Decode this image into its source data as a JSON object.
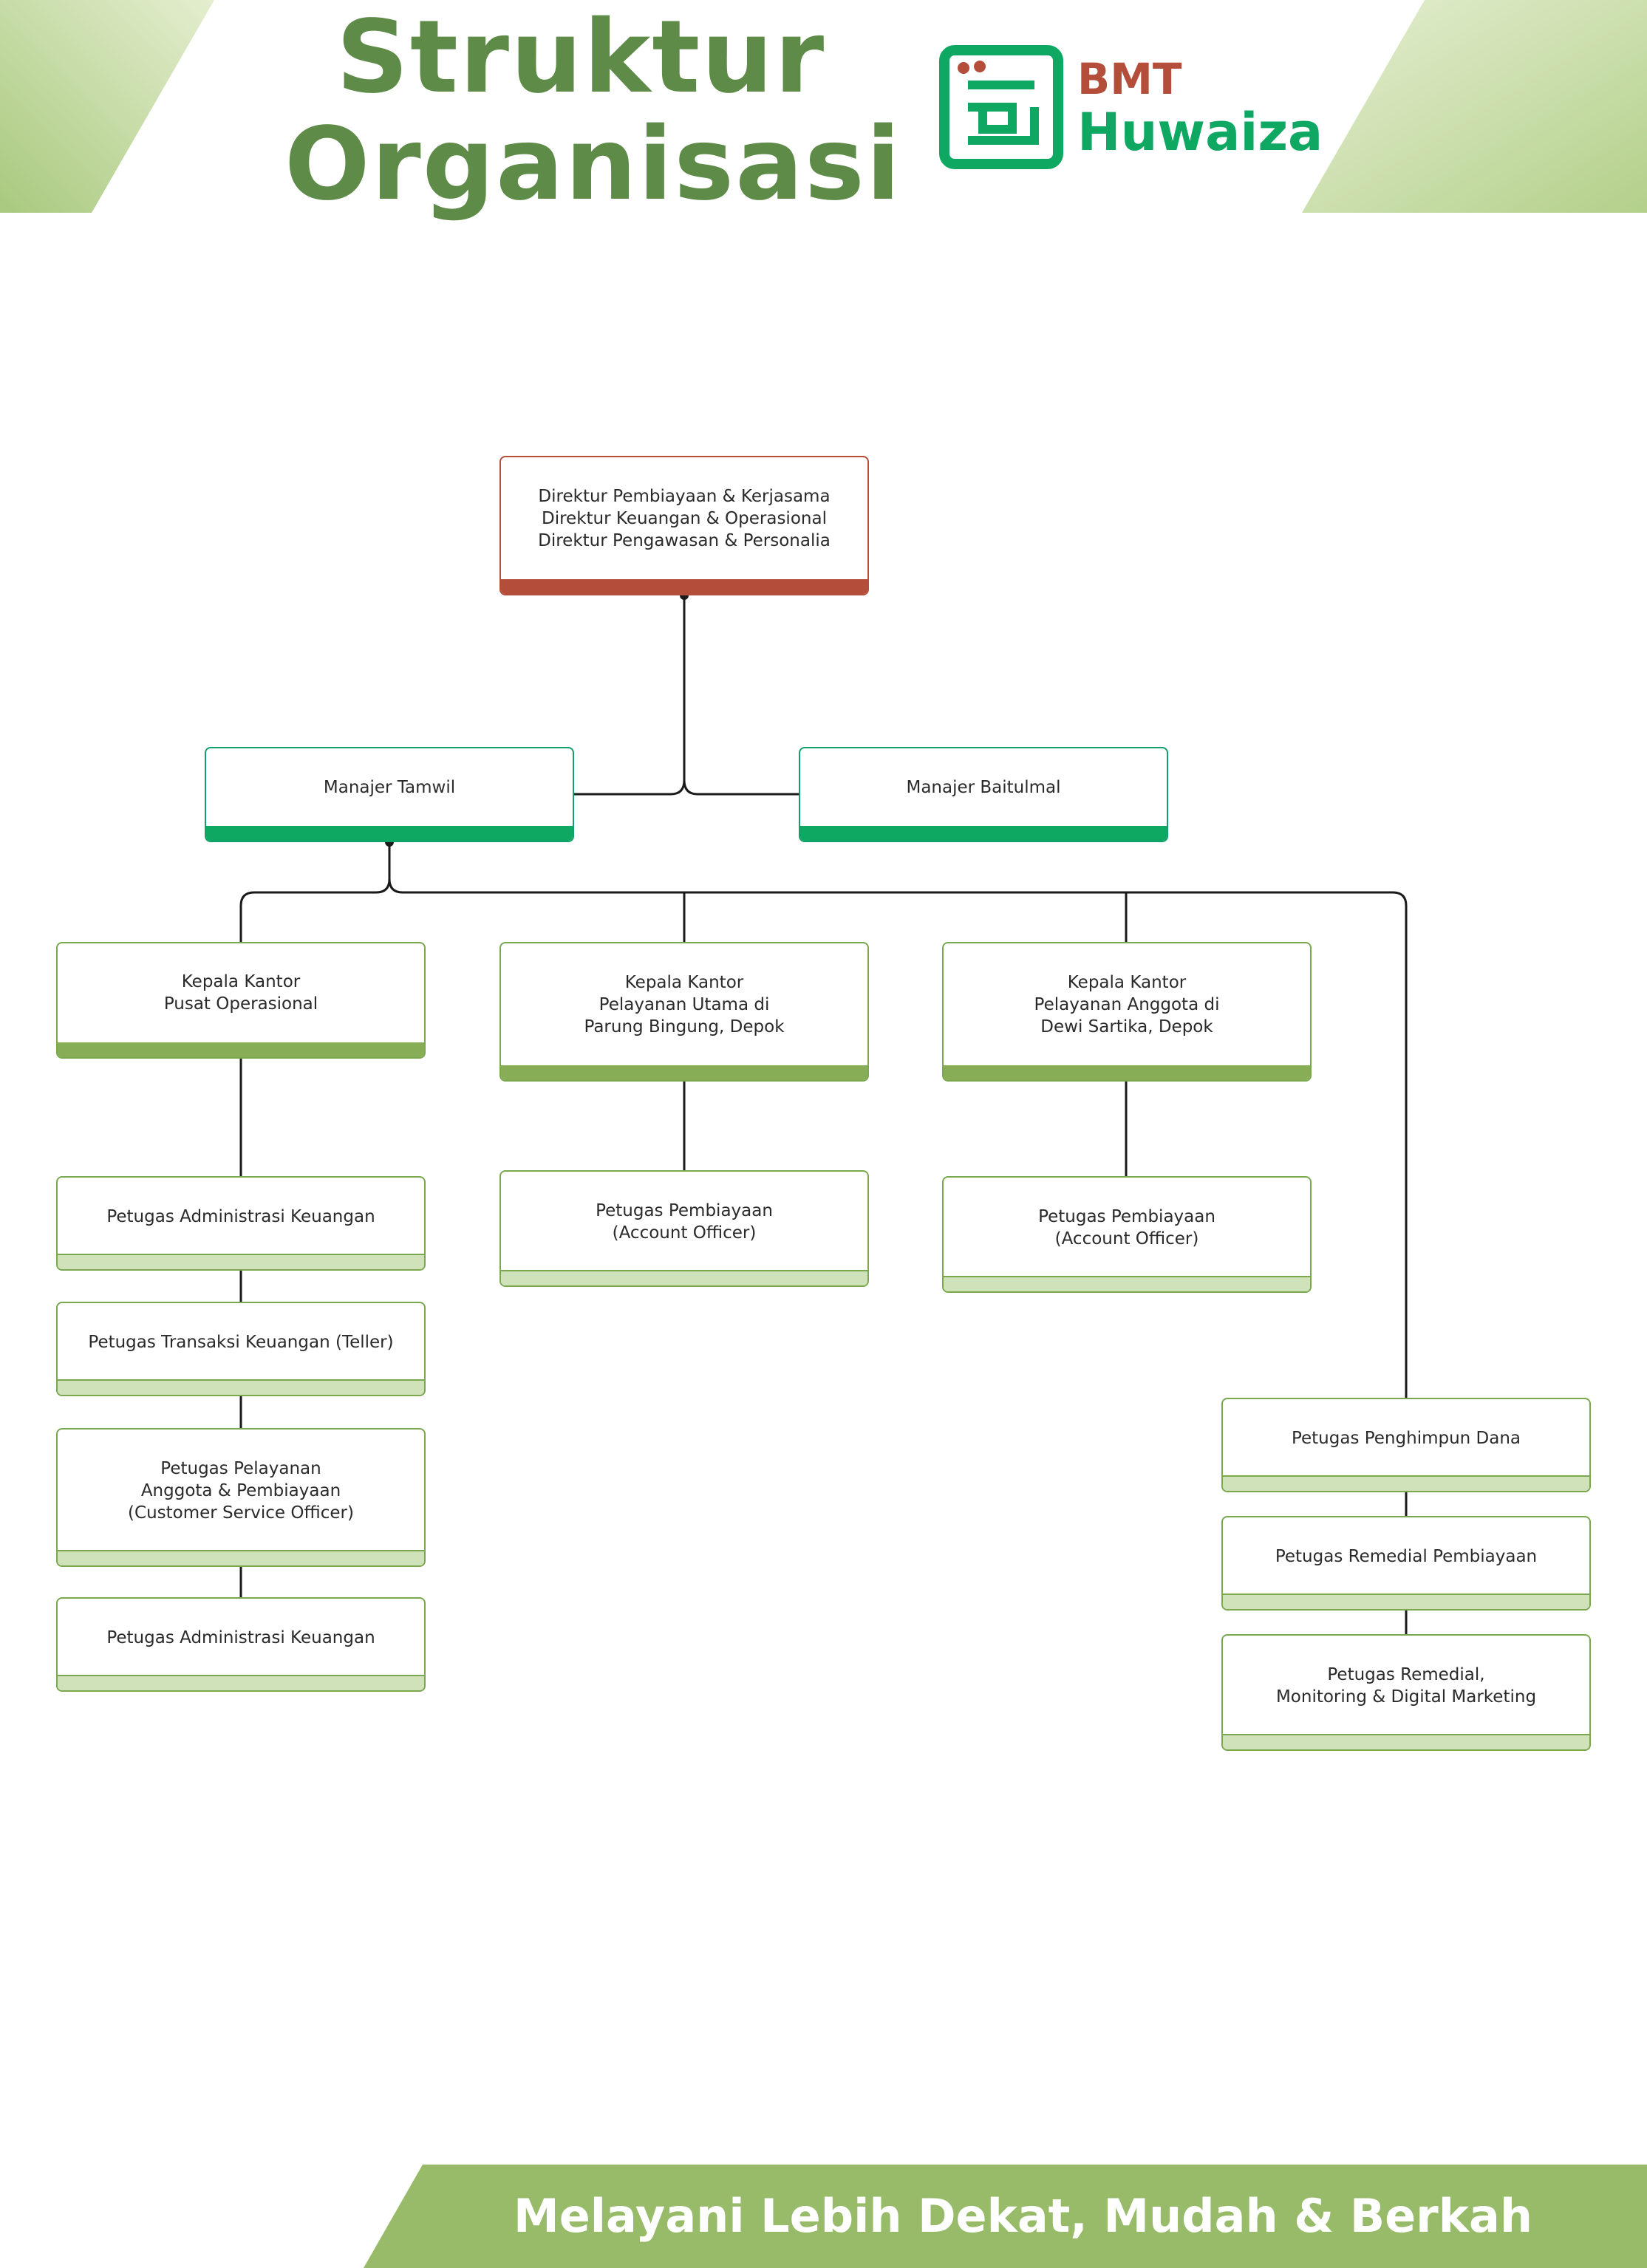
{
  "header": {
    "title_line1": "Struktur",
    "title_line2": "Organisasi",
    "logo_line1": "BMT",
    "logo_line2": "Huwaiza"
  },
  "footer": {
    "tagline": "Melayani Lebih Dekat, Mudah & Berkah"
  },
  "colors": {
    "title_green": "#5e8c48",
    "logo_green": "#0fa862",
    "logo_red": "#b44e3a",
    "director_red": "#b44e3a",
    "manager_green": "#0fa862",
    "head_green": "#87ad56",
    "staff_light_green": "#cfe2b9",
    "banner_green": "#97bb68"
  },
  "chart": {
    "directors": "Direktur Pembiayaan & Kerjasama\nDirektur Keuangan & Operasional\nDirektur Pengawasan & Personalia",
    "manager_tamwil": "Manajer Tamwil",
    "manager_baitulmal": "Manajer Baitulmal",
    "head_pusat": "Kepala Kantor\nPusat Operasional",
    "head_parung": "Kepala Kantor\nPelayanan Utama di\nParung Bingung, Depok",
    "head_dewi": "Kepala Kantor\nPelayanan Anggota di\nDewi Sartika, Depok",
    "pusat_staff": [
      "Petugas Administrasi Keuangan",
      "Petugas Transaksi Keuangan (Teller)",
      "Petugas Pelayanan\nAnggota & Pembiayaan\n(Customer Service Officer)",
      "Petugas Administrasi Keuangan"
    ],
    "parung_staff": "Petugas Pembiayaan\n(Account Officer)",
    "dewi_staff": "Petugas Pembiayaan\n(Account Officer)",
    "fund_staff": [
      "Petugas Penghimpun Dana",
      "Petugas Remedial Pembiayaan",
      "Petugas Remedial,\nMonitoring & Digital Marketing"
    ]
  }
}
